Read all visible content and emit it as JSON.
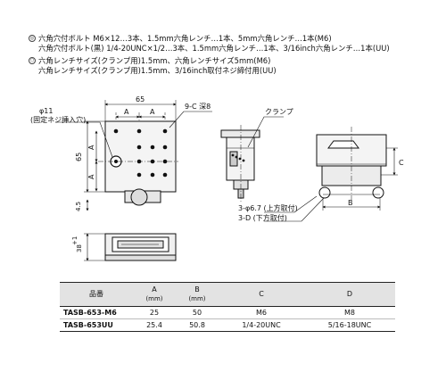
{
  "accessories": {
    "group1": [
      "六角穴付ボルト M6×12…3本、1.5mm六角レンチ…1本、5mm六角レンチ…1本(M6)",
      "六角穴付ボルト(黒) 1/4-20UNC×1/2…3本、1.5mm六角レンチ…1本、3/16inch六角レンチ…1本(UU)"
    ],
    "group2": [
      "六角レンチサイズ(クランプ用)1.5mm、六角レンチサイズ5mm(M6)",
      "六角レンチサイズ(クランプ用)1.5mm、3/16inch取付ネジ締付用(UU)"
    ]
  },
  "drawing": {
    "dim_65_top": "65",
    "dim_A_1": "A",
    "dim_A_2": "A",
    "dim_65_side": "65",
    "dim_A_side_1": "A",
    "dim_A_side_2": "A",
    "dim_45": "4.5",
    "dim_38": "38",
    "dim_38_sup": "+1",
    "dim_phi11": "φ11",
    "dim_phi11_note": "(固定ネジ挿入穴)",
    "note_9C": "9-C 深8",
    "note_clamp": "クランプ",
    "note_3phi": "3-φ6.7 (上方取付)",
    "note_3D": "3-D (下方取付)",
    "dim_C": "C",
    "dim_B": "B"
  },
  "table": {
    "headers": {
      "model": "品番",
      "a": "A",
      "a_unit": "(mm)",
      "b": "B",
      "b_unit": "(mm)",
      "c": "C",
      "d": "D"
    },
    "rows": [
      {
        "model": "TASB-653-M6",
        "a": "25",
        "b": "50",
        "c": "M6",
        "d": "M8"
      },
      {
        "model": "TASB-653UU",
        "a": "25.4",
        "b": "50.8",
        "c": "1/4-20UNC",
        "d": "5/16-18UNC"
      }
    ]
  }
}
